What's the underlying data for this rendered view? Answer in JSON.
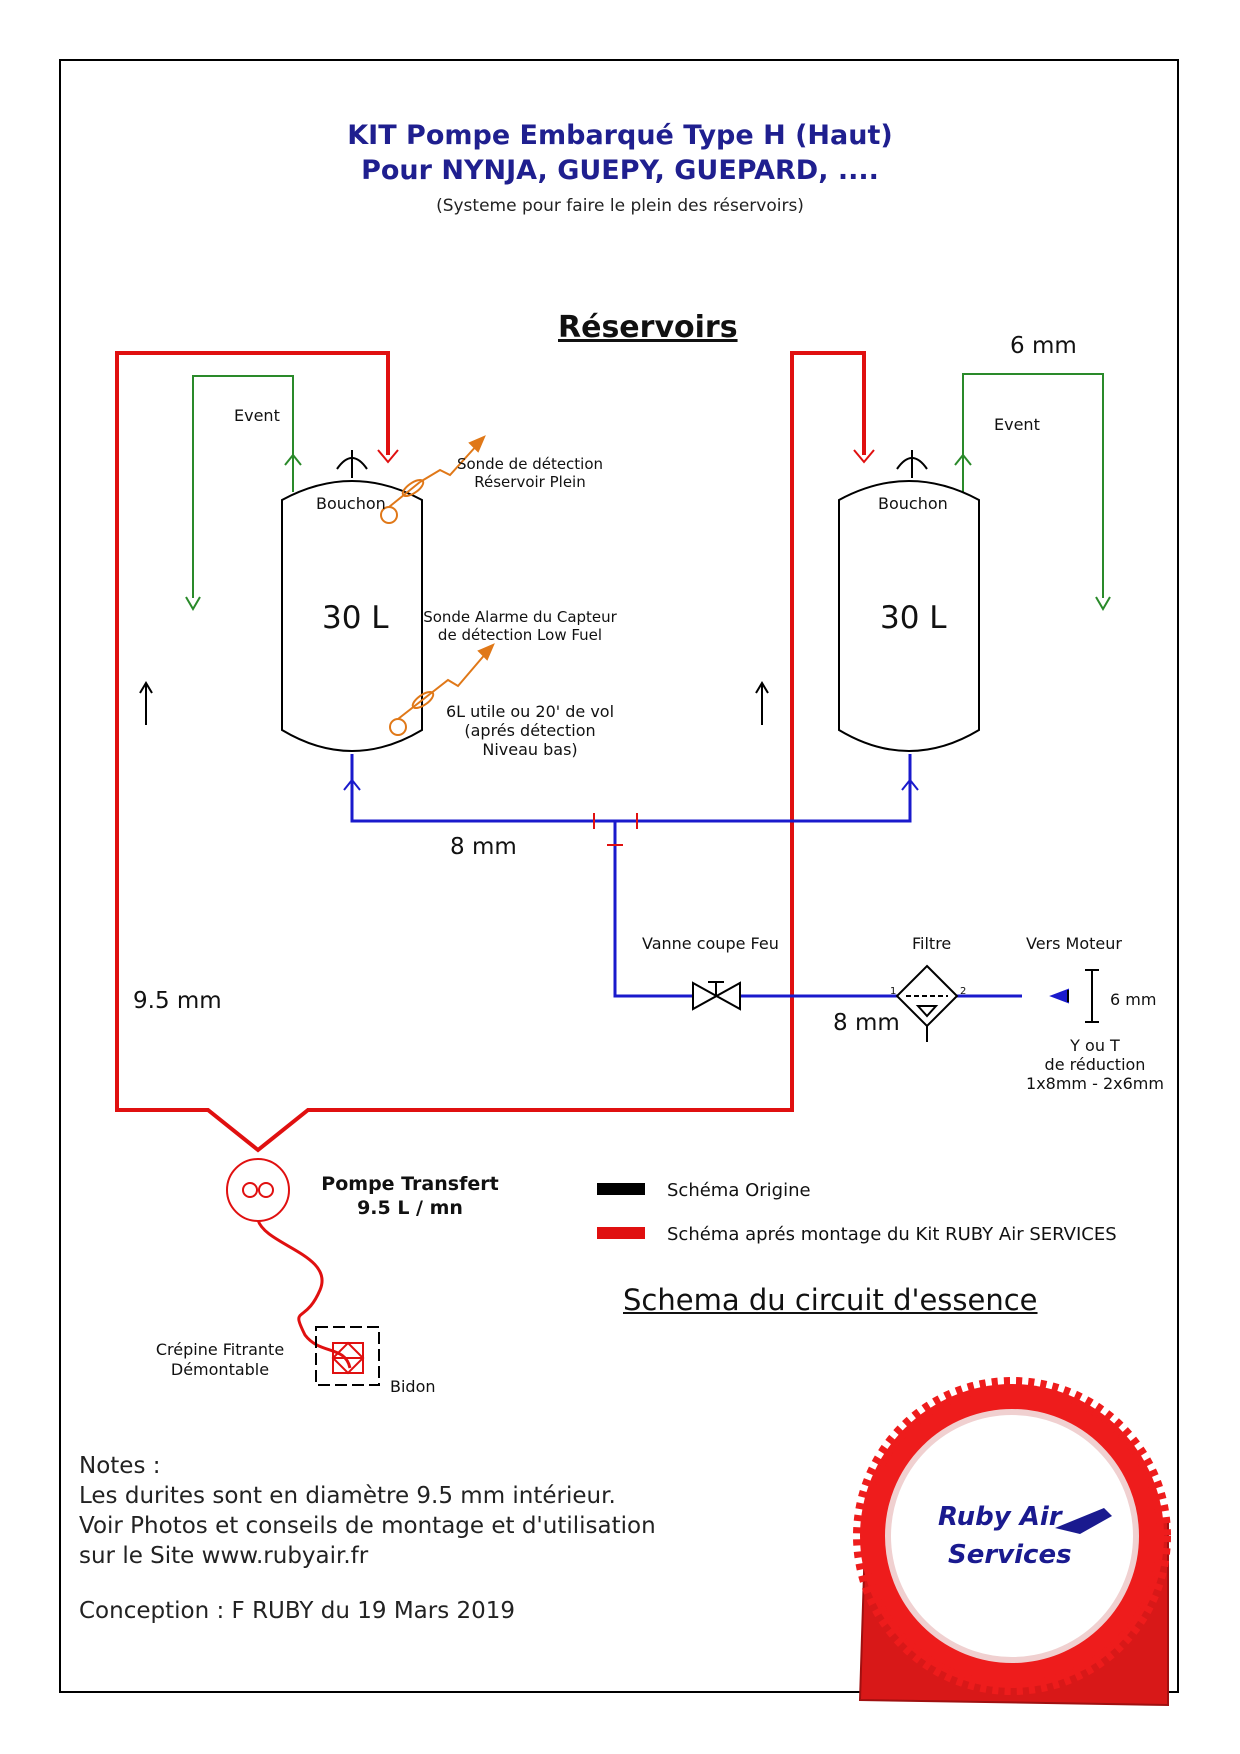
{
  "title": {
    "line1": "KIT Pompe Embarqué Type H (Haut)",
    "line2": "Pour NYNJA, GUEPY, GUEPARD, ....",
    "subtitle": "(Systeme pour faire le plein des réservoirs)"
  },
  "reservoirs_heading": "Réservoirs",
  "tanks": [
    {
      "capacity": "30 L",
      "cap_label": "Bouchon",
      "vent_label": "Event"
    },
    {
      "capacity": "30 L",
      "cap_label": "Bouchon",
      "vent_label": "Event"
    }
  ],
  "sensors": {
    "full_line1": "Sonde de détection",
    "full_line2": "Réservoir Plein",
    "low_line1": "Sonde Alarme du Capteur",
    "low_line2": "de détection Low Fuel",
    "reserve_line1": "6L utile ou 20' de vol",
    "reserve_line2": "(aprés détection",
    "reserve_line3": "Niveau bas)"
  },
  "line_sizes": {
    "vent": "6 mm",
    "tank_link": "8 mm",
    "return": "9.5 mm",
    "feed": "8 mm",
    "engine": "6 mm"
  },
  "components": {
    "valve": "Vanne coupe Feu",
    "filter": "Filtre",
    "filter_port_in": "1",
    "filter_port_out": "2",
    "engine": "Vers Moteur",
    "reducer_line1": "Y ou T",
    "reducer_line2": "de réduction",
    "reducer_line3": "1x8mm - 2x6mm",
    "pump_line1": "Pompe Transfert",
    "pump_line2": "9.5 L / mn",
    "strainer_line1": "Crépine Fitrante",
    "strainer_line2": "Démontable",
    "can": "Bidon"
  },
  "legend": [
    {
      "label": "Schéma Origine",
      "color": "#000000"
    },
    {
      "label": "Schéma aprés montage du Kit RUBY Air SERVICES",
      "color": "#e01010"
    }
  ],
  "circuit_heading": "Schema du circuit d'essence",
  "notes": {
    "heading": "Notes :",
    "line1": "Les durites sont en diamètre 9.5 mm intérieur.",
    "line2": "Voir Photos et conseils de montage et d'utilisation",
    "line3": "sur le Site www.rubyair.fr",
    "credit": "Conception : F RUBY du 19 Mars 2019"
  },
  "logo": {
    "line1": "Ruby Air",
    "line2": "Services"
  },
  "colors": {
    "kit_line": "#e01010",
    "fuel_line": "#1a1acc",
    "vent_line": "#2a8a2a",
    "sensor": "#e07818",
    "title": "#1f1f8f"
  }
}
